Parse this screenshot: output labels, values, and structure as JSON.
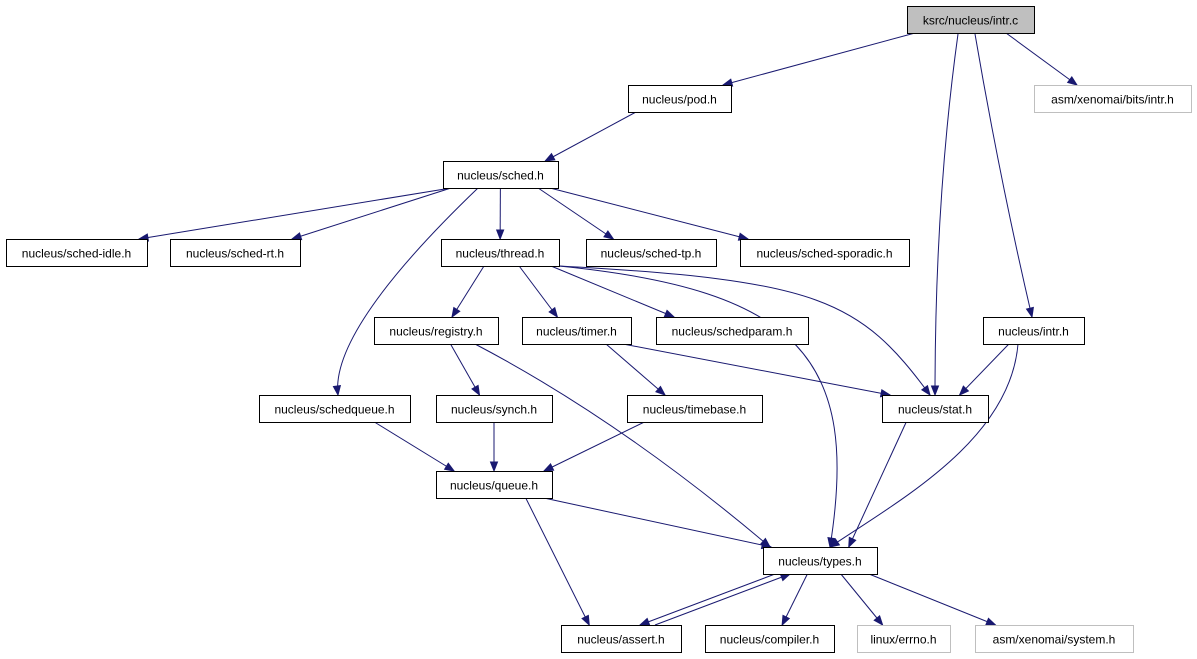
{
  "graph": {
    "nodes": [
      {
        "id": "intr_c",
        "label": "ksrc/nucleus/intr.c",
        "kind": "root"
      },
      {
        "id": "pod_h",
        "label": "nucleus/pod.h",
        "kind": "link"
      },
      {
        "id": "asm_intr_h",
        "label": "asm/xenomai/bits/intr.h",
        "kind": "external"
      },
      {
        "id": "sched_h",
        "label": "nucleus/sched.h",
        "kind": "link"
      },
      {
        "id": "sched_idle_h",
        "label": "nucleus/sched-idle.h",
        "kind": "link"
      },
      {
        "id": "sched_rt_h",
        "label": "nucleus/sched-rt.h",
        "kind": "link"
      },
      {
        "id": "thread_h",
        "label": "nucleus/thread.h",
        "kind": "link"
      },
      {
        "id": "sched_tp_h",
        "label": "nucleus/sched-tp.h",
        "kind": "link"
      },
      {
        "id": "sched_sporadic_h",
        "label": "nucleus/sched-sporadic.h",
        "kind": "link"
      },
      {
        "id": "registry_h",
        "label": "nucleus/registry.h",
        "kind": "link"
      },
      {
        "id": "timer_h",
        "label": "nucleus/timer.h",
        "kind": "link"
      },
      {
        "id": "schedparam_h",
        "label": "nucleus/schedparam.h",
        "kind": "link"
      },
      {
        "id": "intr_h",
        "label": "nucleus/intr.h",
        "kind": "link"
      },
      {
        "id": "schedqueue_h",
        "label": "nucleus/schedqueue.h",
        "kind": "link"
      },
      {
        "id": "synch_h",
        "label": "nucleus/synch.h",
        "kind": "link"
      },
      {
        "id": "timebase_h",
        "label": "nucleus/timebase.h",
        "kind": "link"
      },
      {
        "id": "stat_h",
        "label": "nucleus/stat.h",
        "kind": "link"
      },
      {
        "id": "queue_h",
        "label": "nucleus/queue.h",
        "kind": "link"
      },
      {
        "id": "types_h",
        "label": "nucleus/types.h",
        "kind": "link"
      },
      {
        "id": "assert_h",
        "label": "nucleus/assert.h",
        "kind": "link"
      },
      {
        "id": "compiler_h",
        "label": "nucleus/compiler.h",
        "kind": "link"
      },
      {
        "id": "errno_h",
        "label": "linux/errno.h",
        "kind": "external"
      },
      {
        "id": "system_h",
        "label": "asm/xenomai/system.h",
        "kind": "external"
      }
    ],
    "edges": [
      [
        "intr_c",
        "pod_h"
      ],
      [
        "intr_c",
        "asm_intr_h"
      ],
      [
        "intr_c",
        "stat_h"
      ],
      [
        "intr_c",
        "intr_h"
      ],
      [
        "pod_h",
        "sched_h"
      ],
      [
        "sched_h",
        "sched_idle_h"
      ],
      [
        "sched_h",
        "sched_rt_h"
      ],
      [
        "sched_h",
        "thread_h"
      ],
      [
        "sched_h",
        "sched_tp_h"
      ],
      [
        "sched_h",
        "sched_sporadic_h"
      ],
      [
        "sched_h",
        "schedqueue_h"
      ],
      [
        "thread_h",
        "registry_h"
      ],
      [
        "thread_h",
        "timer_h"
      ],
      [
        "thread_h",
        "schedparam_h"
      ],
      [
        "thread_h",
        "stat_h"
      ],
      [
        "thread_h",
        "types_h"
      ],
      [
        "registry_h",
        "synch_h"
      ],
      [
        "registry_h",
        "types_h"
      ],
      [
        "timer_h",
        "timebase_h"
      ],
      [
        "timer_h",
        "stat_h"
      ],
      [
        "intr_h",
        "stat_h"
      ],
      [
        "intr_h",
        "types_h"
      ],
      [
        "schedqueue_h",
        "queue_h"
      ],
      [
        "synch_h",
        "queue_h"
      ],
      [
        "timebase_h",
        "queue_h"
      ],
      [
        "stat_h",
        "types_h"
      ],
      [
        "queue_h",
        "types_h"
      ],
      [
        "queue_h",
        "assert_h"
      ],
      [
        "types_h",
        "assert_h"
      ],
      [
        "assert_h",
        "types_h"
      ],
      [
        "types_h",
        "compiler_h"
      ],
      [
        "types_h",
        "errno_h"
      ],
      [
        "types_h",
        "system_h"
      ]
    ]
  },
  "colors": {
    "edge": "#191970",
    "root_fill": "#bfbfbf",
    "external_border": "#bfbfbf",
    "node_border": "#000000"
  }
}
